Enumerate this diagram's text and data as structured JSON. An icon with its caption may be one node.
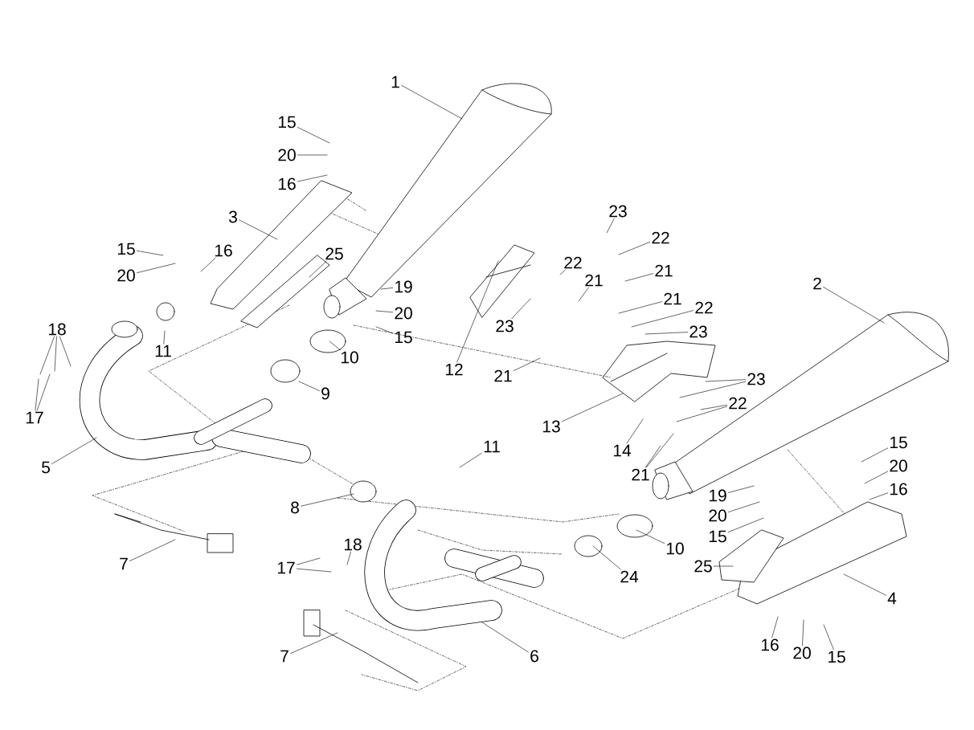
{
  "diagram": {
    "nodes": [
      {
        "text": [
          "1"
        ]
      },
      {
        "text": [
          "15"
        ]
      },
      {
        "text": [
          "20"
        ]
      },
      {
        "text": [
          "16"
        ]
      },
      {
        "text": [
          "3"
        ]
      },
      {
        "text": [
          "15"
        ]
      },
      {
        "text": [
          "16"
        ]
      },
      {
        "text": [
          "20"
        ]
      },
      {
        "text": [
          "25"
        ]
      },
      {
        "text": [
          "19"
        ]
      },
      {
        "text": [
          "20"
        ]
      },
      {
        "text": [
          "15"
        ]
      },
      {
        "text": [
          "11"
        ]
      },
      {
        "text": [
          "18"
        ]
      },
      {
        "text": [
          "10"
        ]
      },
      {
        "text": [
          "9"
        ]
      },
      {
        "text": [
          "17"
        ]
      },
      {
        "text": [
          "23"
        ]
      },
      {
        "text": [
          "12"
        ]
      },
      {
        "text": [
          "21"
        ]
      },
      {
        "text": [
          "23"
        ]
      },
      {
        "text": [
          "22"
        ]
      },
      {
        "text": [
          "22"
        ]
      },
      {
        "text": [
          "21"
        ]
      },
      {
        "text": [
          "21"
        ]
      },
      {
        "text": [
          "21"
        ]
      },
      {
        "text": [
          "22"
        ]
      },
      {
        "text": [
          "23"
        ]
      },
      {
        "text": [
          "2"
        ]
      },
      {
        "text": [
          "23"
        ]
      },
      {
        "text": [
          "22"
        ]
      },
      {
        "text": [
          "13"
        ]
      },
      {
        "text": [
          "14"
        ]
      },
      {
        "text": [
          "5"
        ]
      },
      {
        "text": [
          "11"
        ]
      },
      {
        "text": [
          "15"
        ]
      },
      {
        "text": [
          "20"
        ]
      },
      {
        "text": [
          "16"
        ]
      },
      {
        "text": [
          "21"
        ]
      },
      {
        "text": [
          "19"
        ]
      },
      {
        "text": [
          "8"
        ]
      },
      {
        "text": [
          "20"
        ]
      },
      {
        "text": [
          "15"
        ]
      },
      {
        "text": [
          "10"
        ]
      },
      {
        "text": [
          "18"
        ]
      },
      {
        "text": [
          "7"
        ]
      },
      {
        "text": [
          "17"
        ]
      },
      {
        "text": [
          "25"
        ]
      },
      {
        "text": [
          "24"
        ]
      },
      {
        "text": [
          "4"
        ]
      },
      {
        "text": [
          "16"
        ]
      },
      {
        "text": [
          "20"
        ]
      },
      {
        "text": [
          "15"
        ]
      },
      {
        "text": [
          "7"
        ]
      },
      {
        "text": [
          "6"
        ]
      }
    ],
    "edges": [
      {
        "from": 0,
        "to": null,
        "arrow": "none"
      },
      {
        "from": 1,
        "to": null,
        "arrow": "none"
      },
      {
        "from": 2,
        "to": null,
        "arrow": "none"
      },
      {
        "from": 3,
        "to": null,
        "arrow": "none"
      },
      {
        "from": 4,
        "to": null,
        "arrow": "none"
      },
      {
        "from": 5,
        "to": null,
        "arrow": "none"
      },
      {
        "from": 6,
        "to": null,
        "arrow": "none"
      },
      {
        "from": 7,
        "to": null,
        "arrow": "none"
      },
      {
        "from": 8,
        "to": null,
        "arrow": "none"
      },
      {
        "from": 9,
        "to": null,
        "arrow": "none"
      },
      {
        "from": 10,
        "to": null,
        "arrow": "none"
      },
      {
        "from": 11,
        "to": null,
        "arrow": "none"
      },
      {
        "from": 12,
        "to": null,
        "arrow": "none"
      },
      {
        "from": 13,
        "to": null,
        "arrow": "none"
      },
      {
        "from": 13,
        "to": null,
        "arrow": "none"
      },
      {
        "from": 13,
        "to": null,
        "arrow": "none"
      },
      {
        "from": 14,
        "to": null,
        "arrow": "none"
      },
      {
        "from": 15,
        "to": null,
        "arrow": "none"
      },
      {
        "from": 16,
        "to": null,
        "arrow": "none"
      },
      {
        "from": 16,
        "to": null,
        "arrow": "none"
      },
      {
        "from": 17,
        "to": null,
        "arrow": "none"
      },
      {
        "from": 18,
        "to": null,
        "arrow": "none"
      },
      {
        "from": 19,
        "to": null,
        "arrow": "none"
      },
      {
        "from": 20,
        "to": null,
        "arrow": "none"
      },
      {
        "from": 21,
        "to": null,
        "arrow": "none"
      },
      {
        "from": 22,
        "to": null,
        "arrow": "none"
      },
      {
        "from": 23,
        "to": null,
        "arrow": "none"
      },
      {
        "from": 24,
        "to": null,
        "arrow": "none"
      },
      {
        "from": 25,
        "to": null,
        "arrow": "none"
      },
      {
        "from": 26,
        "to": null,
        "arrow": "none"
      },
      {
        "from": 27,
        "to": null,
        "arrow": "none"
      },
      {
        "from": 28,
        "to": null,
        "arrow": "none"
      },
      {
        "from": 29,
        "to": null,
        "arrow": "none"
      },
      {
        "from": 29,
        "to": null,
        "arrow": "none"
      },
      {
        "from": 30,
        "to": null,
        "arrow": "none"
      },
      {
        "from": 30,
        "to": null,
        "arrow": "none"
      },
      {
        "from": 31,
        "to": null,
        "arrow": "none"
      },
      {
        "from": 32,
        "to": null,
        "arrow": "none"
      },
      {
        "from": 33,
        "to": null,
        "arrow": "none"
      },
      {
        "from": 34,
        "to": null,
        "arrow": "none"
      },
      {
        "from": 35,
        "to": null,
        "arrow": "none"
      },
      {
        "from": 36,
        "to": null,
        "arrow": "none"
      },
      {
        "from": 37,
        "to": null,
        "arrow": "none"
      },
      {
        "from": 38,
        "to": null,
        "arrow": "none"
      },
      {
        "from": 38,
        "to": null,
        "arrow": "none"
      },
      {
        "from": 39,
        "to": null,
        "arrow": "none"
      },
      {
        "from": 40,
        "to": null,
        "arrow": "none"
      },
      {
        "from": 41,
        "to": null,
        "arrow": "none"
      },
      {
        "from": 42,
        "to": null,
        "arrow": "none"
      },
      {
        "from": 43,
        "to": null,
        "arrow": "none"
      },
      {
        "from": 44,
        "to": null,
        "arrow": "none"
      },
      {
        "from": 45,
        "to": null,
        "arrow": "none"
      },
      {
        "from": 46,
        "to": null,
        "arrow": "none"
      },
      {
        "from": 46,
        "to": null,
        "arrow": "none"
      },
      {
        "from": 47,
        "to": null,
        "arrow": "none"
      },
      {
        "from": 48,
        "to": null,
        "arrow": "none"
      },
      {
        "from": 49,
        "to": null,
        "arrow": "none"
      },
      {
        "from": 50,
        "to": null,
        "arrow": "none"
      },
      {
        "from": 51,
        "to": null,
        "arrow": "none"
      },
      {
        "from": 52,
        "to": null,
        "arrow": "none"
      },
      {
        "from": 53,
        "to": null,
        "arrow": "none"
      },
      {
        "from": 54,
        "to": null,
        "arrow": "none"
      }
    ]
  }
}
